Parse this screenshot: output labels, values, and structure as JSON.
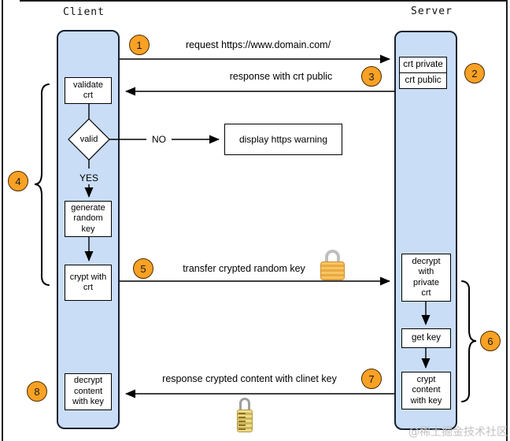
{
  "diagram": {
    "client": {
      "title": "Client",
      "boxes": {
        "validate": "validate\ncrt",
        "decision": "valid",
        "yes": "YES",
        "no": "NO",
        "generate": "generate\nrandom\nkey",
        "crypt": "crypt with\ncrt",
        "decrypt": "decrypt\ncontent\nwith key"
      }
    },
    "server": {
      "title": "Server",
      "boxes": {
        "crt_private": "crt private",
        "crt_public": "crt public",
        "decrypt": "decrypt\nwith\nprivate\ncrt",
        "get_key": "get key",
        "crypt": "crypt\ncontent\nwith key"
      }
    },
    "external": {
      "warning": "display https warning"
    },
    "messages": {
      "request": "request https://www.domain.com/",
      "response_public": "response with crt public",
      "transfer_key": "transfer crypted random key",
      "response_content": "response crypted content with clinet key"
    },
    "badges": [
      "1",
      "2",
      "3",
      "4",
      "5",
      "6",
      "7",
      "8"
    ],
    "icons": {
      "lock_transfer": "padlock-icon",
      "lock_content": "combination-lock-icon"
    },
    "colors": {
      "lane_fill": "#c9ddf7",
      "lane_border": "#16212e",
      "badge_fill": "#f9a125",
      "badge_border": "#4a2d00",
      "arrow": "#000000"
    },
    "watermark": "@稀土掘金技术社区"
  }
}
